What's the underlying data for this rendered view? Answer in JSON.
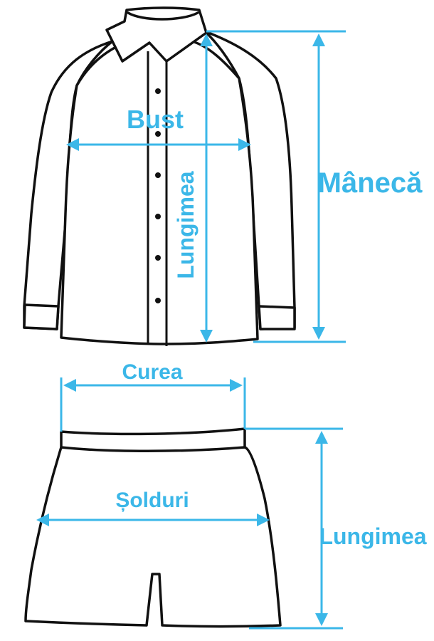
{
  "colors": {
    "outline": "#111111",
    "measure": "#3bb7e8",
    "background": "#ffffff"
  },
  "shirt": {
    "bust_label": "Bust",
    "length_label": "Lungimea",
    "sleeve_label": "Mânecă"
  },
  "shorts": {
    "waist_label": "Curea",
    "hips_label": "Șolduri",
    "length_label": "Lungimea"
  }
}
